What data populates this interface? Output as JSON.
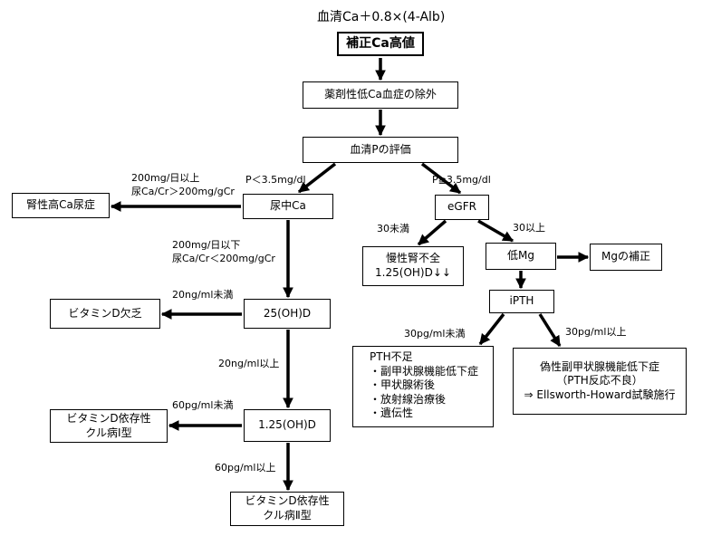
{
  "title": "血清Ca＋0.8×(4-Alb)",
  "nodes": {
    "corrected_ca": [
      "補正Ca高値"
    ],
    "exclude_drug": [
      "薬剤性低Ca血症の除外"
    ],
    "serum_p": [
      "血清Pの評価"
    ],
    "urine_ca": [
      "尿中Ca"
    ],
    "renal_hypercalciuria": [
      "腎性高Ca尿症"
    ],
    "egfr": [
      "eGFR"
    ],
    "ckd": [
      "慢性腎不全",
      "1.25(OH)D↓↓"
    ],
    "low_mg": [
      "低Mg"
    ],
    "mg_correction": [
      "Mgの補正"
    ],
    "ipth": [
      "iPTH"
    ],
    "pth_deficiency": [
      "PTH不足",
      "・副甲状腺機能低下症",
      "・甲状腺術後",
      "・放射線治療後",
      "・遺伝性"
    ],
    "pseudohypopara": [
      "偽性副甲状腺機能低下症",
      "（PTH反応不良）",
      "⇒ Ellsworth-Howard試験施行"
    ],
    "vitd_25": [
      "25(OH)D"
    ],
    "vitd_deficiency": [
      "ビタミンD欠乏"
    ],
    "vitd_125": [
      "1.25(OH)D"
    ],
    "rickets_1": [
      "ビタミンD依存性",
      "クル病Ⅰ型"
    ],
    "rickets_2": [
      "ビタミンD依存性",
      "クル病Ⅱ型"
    ]
  },
  "edge_labels": {
    "p_low": "P＜3.5mg/dl",
    "p_high": "P≧3.5mg/dl",
    "uca_high_1": "200mg/日以上",
    "uca_high_2": "尿Ca/Cr＞200mg/gCr",
    "uca_low_1": "200mg/日以下",
    "uca_low_2": "尿Ca/Cr＜200mg/gCr",
    "egfr_low": "30未満",
    "egfr_high": "30以上",
    "pth_low": "30pg/ml未満",
    "pth_high": "30pg/ml以上",
    "d25_low": "20ng/ml未満",
    "d25_high": "20ng/ml以上",
    "d125_low": "60pg/ml未満",
    "d125_high": "60pg/ml以上"
  }
}
